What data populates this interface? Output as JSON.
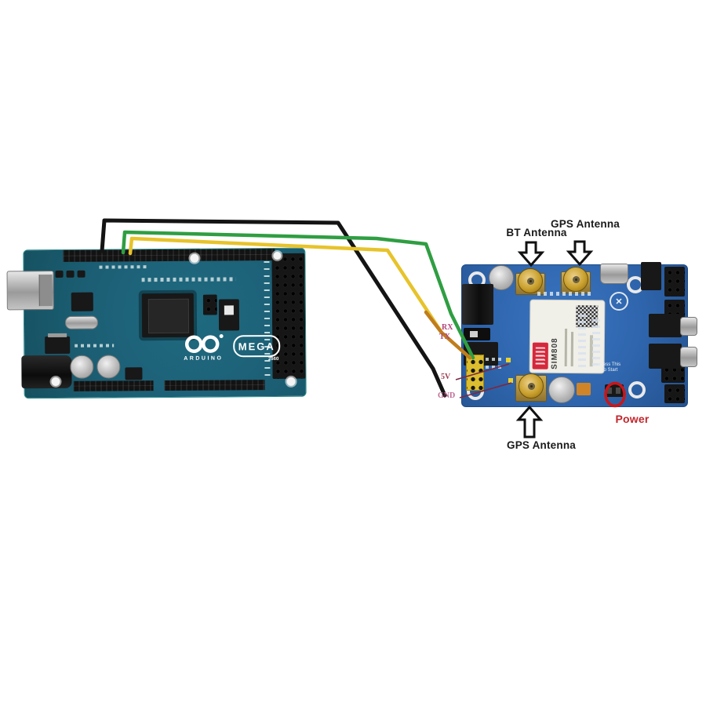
{
  "colors": {
    "pcb_arduino": "#1c5f75",
    "pcb_arduino_edge": "#2c8b8c",
    "pcb_sim": "#2f66ae",
    "wire_black": "#141414",
    "wire_green": "#2f9e42",
    "wire_yellow": "#e7c32b",
    "wire_orange": "#bf7d1e",
    "annotation_text": "#1a1a1a",
    "power_red": "#c1272d",
    "pin_label_pink": "#b3457c",
    "leader_line": "#7d2840",
    "sma_gold": "#c9a02c",
    "sim_logo_red": "#d5283c"
  },
  "annotations": {
    "bt_antenna": "BT Antenna",
    "gps_antenna_top": "GPS Antenna",
    "gps_antenna_bottom": "GPS Antenna",
    "power": "Power"
  },
  "wire_labels": {
    "rx": "RX",
    "tx": "TX",
    "v5": "5V",
    "gnd": "GND"
  },
  "wires": [
    {
      "color": "black",
      "signal": "GND"
    },
    {
      "color": "green",
      "signal": "RX"
    },
    {
      "color": "yellow",
      "signal": "TX"
    }
  ],
  "arduino_board": {
    "brand": "ARDUINO",
    "model": "MEGA",
    "model_number": "2560"
  },
  "sim_board": {
    "chip_name": "SIM808",
    "button_note_line1": "Press This",
    "button_note_line2": "To Start"
  },
  "icons": {
    "x_logo": "✕"
  }
}
